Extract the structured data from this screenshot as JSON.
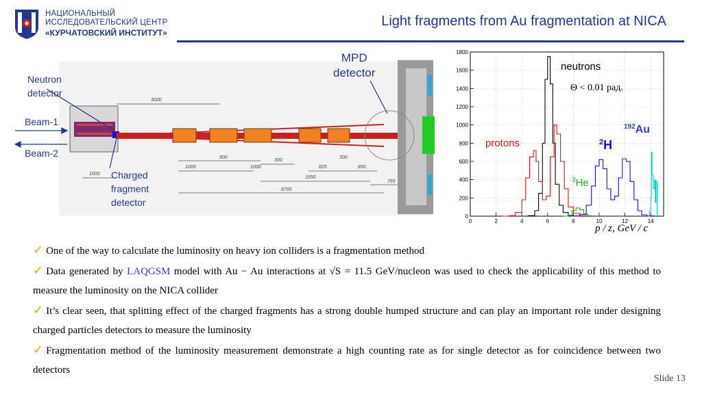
{
  "header": {
    "logo_line1": "НАЦИОНАЛЬНЫЙ",
    "logo_line2": "ИССЛЕДОВАТЕЛЬСКИЙ ЦЕНТР",
    "logo_line3": "«КУРЧАТОВСКИЙ ИНСТИТУТ»",
    "title": "Light fragments from Au fragmentation at NICA"
  },
  "diagram": {
    "mpd_line1": "MPD",
    "mpd_line2": "detector",
    "neutron_line1": "Neutron",
    "neutron_line2": "detector",
    "beam1": "Beam-1",
    "beam2": "Beam-2",
    "charged_line1": "Charged",
    "charged_line2": "fragment",
    "charged_line3": "detector",
    "dims": [
      "3000",
      "900",
      "1000",
      "300",
      "1000",
      "825",
      "300",
      "850",
      "1000",
      "1650",
      "765",
      "6765",
      "1000"
    ]
  },
  "plot": {
    "neutrons": "neutrons",
    "theta": "Θ < 0.01 рад.",
    "protons": "protons",
    "au_sup": "192",
    "au": "Au",
    "h_sup": "2",
    "h": "H",
    "he_sup": "3",
    "he": "He",
    "xlabel": "p / z, GeV / c"
  },
  "chart_data": {
    "type": "line",
    "xlim": [
      0,
      15
    ],
    "ylim": [
      0,
      1800
    ],
    "x_ticks": [
      0,
      2,
      4,
      6,
      8,
      10,
      12,
      14
    ],
    "y_ticks": [
      0,
      200,
      400,
      600,
      800,
      1000,
      1200,
      1400,
      1600,
      1800
    ],
    "grid": true,
    "series": [
      {
        "name": "neutrons",
        "color": "#000000",
        "x": [
          4.0,
          4.5,
          5.0,
          5.3,
          5.6,
          5.8,
          6.0,
          6.2,
          6.4,
          6.6,
          6.9,
          7.2,
          7.6,
          8.0,
          8.5
        ],
        "y": [
          0,
          5,
          60,
          250,
          800,
          1500,
          1750,
          1450,
          800,
          350,
          120,
          40,
          10,
          2,
          0
        ]
      },
      {
        "name": "protons",
        "color": "#e01010",
        "x": [
          2.5,
          3.0,
          3.5,
          4.0,
          4.3,
          4.6,
          4.9,
          5.1,
          5.3,
          5.6,
          5.9,
          6.2,
          6.5,
          6.7,
          7.0,
          7.3,
          7.6,
          8.0,
          8.5,
          9.0
        ],
        "y": [
          0,
          5,
          40,
          180,
          420,
          650,
          720,
          600,
          380,
          180,
          220,
          650,
          1000,
          900,
          600,
          300,
          100,
          30,
          5,
          0
        ]
      },
      {
        "name": "3He",
        "color": "#22aa22",
        "x": [
          7.2,
          7.6,
          7.9,
          8.2,
          8.5,
          8.8,
          9.1,
          9.4
        ],
        "y": [
          0,
          10,
          60,
          90,
          70,
          25,
          5,
          0
        ]
      },
      {
        "name": "2H",
        "color": "#1010d0",
        "x": [
          7.8,
          8.5,
          9.0,
          9.4,
          9.7,
          10.0,
          10.3,
          10.6,
          10.9,
          11.2,
          11.5,
          11.8,
          12.1,
          12.4,
          12.7,
          13.0,
          13.3,
          13.7,
          14.2
        ],
        "y": [
          0,
          20,
          120,
          330,
          550,
          620,
          520,
          300,
          180,
          220,
          420,
          630,
          600,
          380,
          180,
          60,
          15,
          3,
          0
        ]
      },
      {
        "name": "192Au",
        "color": "#00cccc",
        "x": [
          13.8,
          13.9,
          14.0,
          14.05,
          14.1,
          14.2,
          14.3,
          14.35,
          14.4,
          14.5
        ],
        "y": [
          0,
          50,
          200,
          700,
          450,
          300,
          400,
          150,
          380,
          0
        ]
      }
    ]
  },
  "bullets": {
    "b1": "One of the way to calculate the luminosity on heavy ion colliders is a fragmentation method",
    "b2_before": "Data generated by ",
    "b2_model": "LAQGSM",
    "b2_middle": " model with Au − Au interactions at √S = 11.5 GeV/nucleon was used to check the applicability of this method to measure the luminosity on the NICA collider",
    "b3": "It’s clear seen, that splitting effect of the charged fragments has a strong double humped structure and can play an important role under designing charged particles detectors to measure the luminosity",
    "b4": "Fragmentation method of the luminosity measurement demonstrate a high counting rate as for single detector as for coincidence between two detectors"
  },
  "footer": {
    "slide": "Slide 13"
  }
}
